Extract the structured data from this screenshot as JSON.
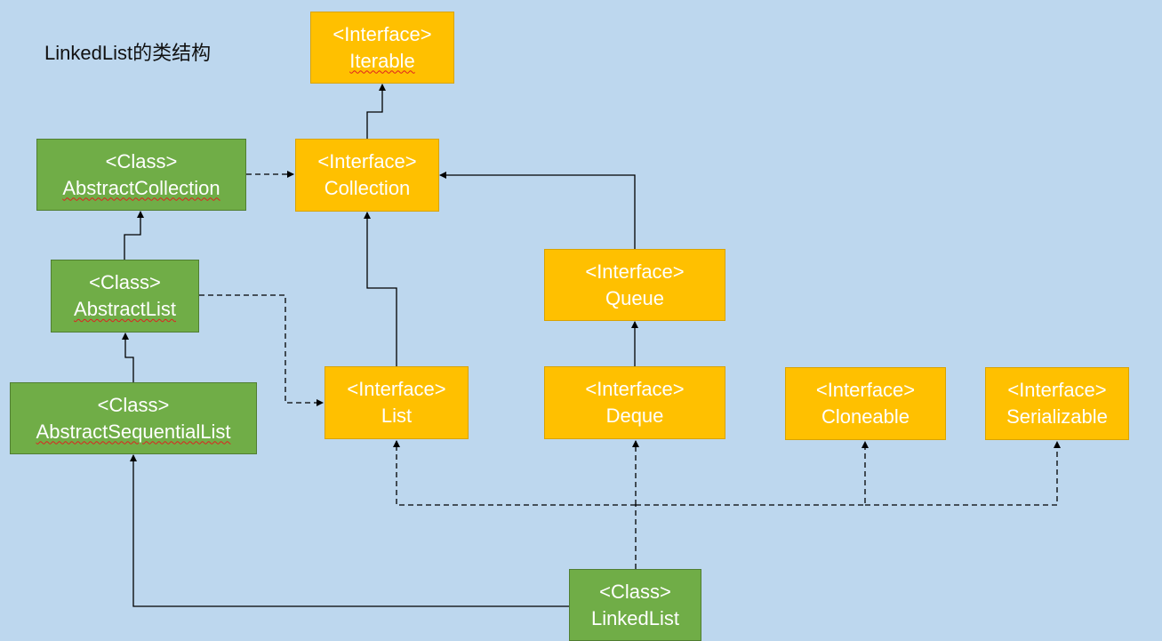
{
  "title": "LinkedList的类结构",
  "nodes": {
    "iterable": {
      "stereotype": "<Interface>",
      "name": "Iterable"
    },
    "collection": {
      "stereotype": "<Interface>",
      "name": "Collection"
    },
    "abs_collection": {
      "stereotype": "<Class>",
      "name": "AbstractCollection"
    },
    "abs_list": {
      "stereotype": "<Class>",
      "name": "AbstractList"
    },
    "abs_seq_list": {
      "stereotype": "<Class>",
      "name": "AbstractSequentialList"
    },
    "queue": {
      "stereotype": "<Interface>",
      "name": "Queue"
    },
    "list": {
      "stereotype": "<Interface>",
      "name": "List"
    },
    "deque": {
      "stereotype": "<Interface>",
      "name": "Deque"
    },
    "cloneable": {
      "stereotype": "<Interface>",
      "name": "Cloneable"
    },
    "serializable": {
      "stereotype": "<Interface>",
      "name": "Serializable"
    },
    "linkedlist": {
      "stereotype": "<Class>",
      "name": "LinkedList"
    }
  },
  "colors": {
    "background": "#bdd7ee",
    "interface_fill": "#ffc000",
    "class_fill": "#70ad47",
    "text": "#ffffff",
    "connector": "#000000"
  },
  "edges": [
    {
      "from": "collection",
      "to": "iterable",
      "style": "solid"
    },
    {
      "from": "abs_collection",
      "to": "collection",
      "style": "dashed"
    },
    {
      "from": "abs_list",
      "to": "abs_collection",
      "style": "solid"
    },
    {
      "from": "abs_seq_list",
      "to": "abs_list",
      "style": "solid"
    },
    {
      "from": "abs_list",
      "to": "list",
      "style": "dashed"
    },
    {
      "from": "list",
      "to": "collection",
      "style": "solid"
    },
    {
      "from": "queue",
      "to": "collection",
      "style": "solid"
    },
    {
      "from": "deque",
      "to": "queue",
      "style": "solid"
    },
    {
      "from": "linkedlist",
      "to": "abs_seq_list",
      "style": "solid"
    },
    {
      "from": "linkedlist",
      "to": "list",
      "style": "dashed"
    },
    {
      "from": "linkedlist",
      "to": "deque",
      "style": "dashed"
    },
    {
      "from": "linkedlist",
      "to": "cloneable",
      "style": "dashed"
    },
    {
      "from": "linkedlist",
      "to": "serializable",
      "style": "dashed"
    }
  ]
}
